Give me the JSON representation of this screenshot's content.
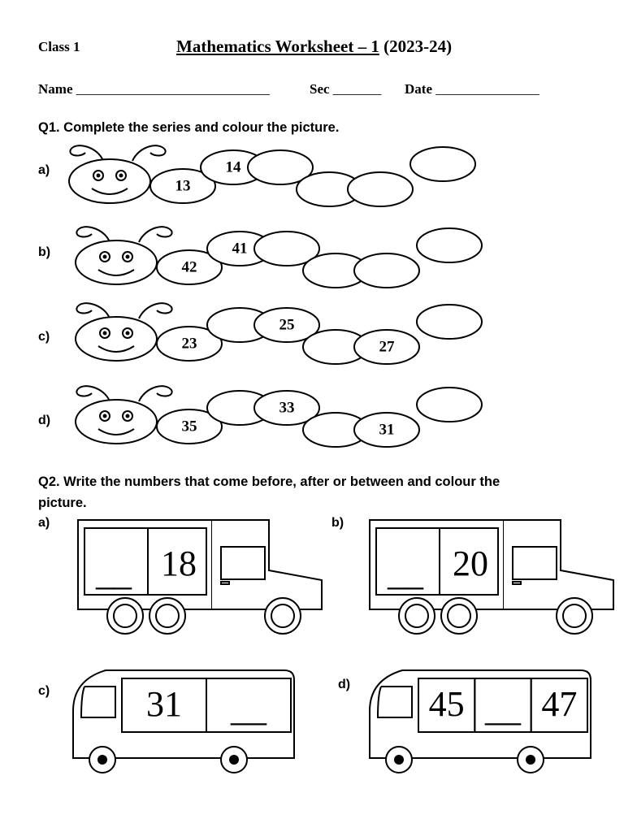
{
  "header": {
    "class_label": "Class 1",
    "title": "Mathematics Worksheet – 1",
    "year": "(2023-24)"
  },
  "student_fields": {
    "name_label": "Name",
    "name_blank": "____________________________",
    "sec_label": "Sec",
    "sec_blank": "_______",
    "date_label": "Date",
    "date_blank": "_______________"
  },
  "q1": {
    "question": "Q1. Complete the series and colour the picture.",
    "caterpillars": [
      {
        "label": "a)",
        "segments": [
          "13",
          "14",
          "",
          "",
          "",
          ""
        ]
      },
      {
        "label": "b)",
        "segments": [
          "42",
          "41",
          "",
          "",
          "",
          ""
        ]
      },
      {
        "label": "c)",
        "segments": [
          "23",
          "",
          "25",
          "",
          "27",
          ""
        ]
      },
      {
        "label": "d)",
        "segments": [
          "35",
          "",
          "33",
          "",
          "31",
          ""
        ]
      }
    ]
  },
  "q2": {
    "question_line1": "Q2. Write the numbers that come before, after or between and colour the",
    "question_line2": "picture.",
    "trucks": [
      {
        "label": "a)",
        "boxes": [
          "__",
          "18"
        ]
      },
      {
        "label": "b)",
        "boxes": [
          "__",
          "20"
        ]
      }
    ],
    "buses": [
      {
        "label": "c)",
        "boxes": [
          "31",
          "__"
        ]
      },
      {
        "label": "d)",
        "boxes": [
          "45",
          "__",
          "47"
        ]
      }
    ]
  }
}
